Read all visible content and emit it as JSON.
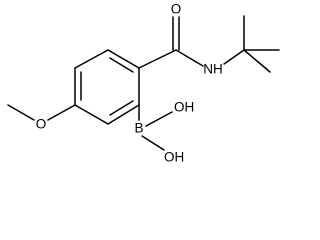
{
  "molecule": {
    "atoms": {
      "carbonyl_oxygen": "O",
      "amide_nitrogen": "NH",
      "methoxy_oxygen": "O",
      "boron": "B",
      "hydroxyl_upper": "OH",
      "hydroxyl_lower": "OH"
    }
  }
}
